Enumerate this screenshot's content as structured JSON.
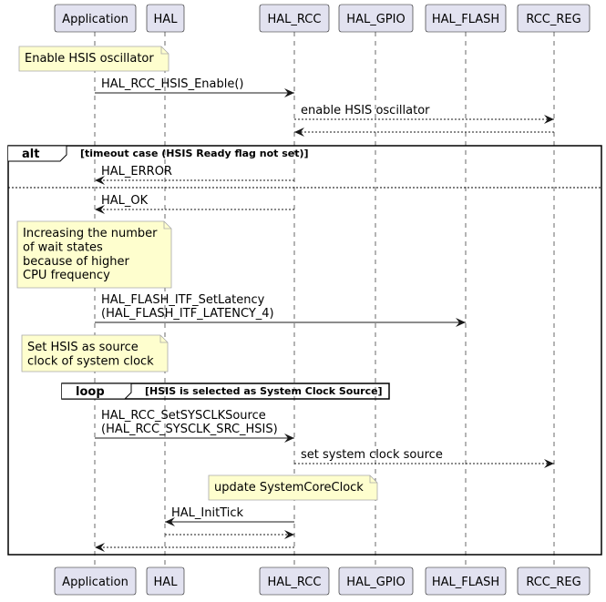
{
  "participants": [
    {
      "id": "app",
      "label": "Application"
    },
    {
      "id": "hal",
      "label": "HAL"
    },
    {
      "id": "rcc",
      "label": "HAL_RCC"
    },
    {
      "id": "gpio",
      "label": "HAL_GPIO"
    },
    {
      "id": "flash",
      "label": "HAL_FLASH"
    },
    {
      "id": "rccreg",
      "label": "RCC_REG"
    }
  ],
  "notes": [
    {
      "id": "n1",
      "lines": [
        "Enable HSIS oscillator"
      ]
    },
    {
      "id": "n2",
      "lines": [
        "Increasing the number",
        "of wait states",
        "because of higher",
        "CPU frequency"
      ]
    },
    {
      "id": "n3",
      "lines": [
        "Set HSIS as source",
        "clock of system clock"
      ]
    },
    {
      "id": "n4",
      "lines": [
        "update SystemCoreClock"
      ]
    }
  ],
  "messages": [
    {
      "id": "m1",
      "from": "app",
      "to": "rcc",
      "style": "solid",
      "lines": [
        "HAL_RCC_HSIS_Enable()"
      ]
    },
    {
      "id": "m2",
      "from": "rcc",
      "to": "rccreg",
      "style": "dashed",
      "lines": [
        "enable HSIS oscillator"
      ]
    },
    {
      "id": "m3",
      "from": "rccreg",
      "to": "rcc",
      "style": "dashed",
      "lines": []
    },
    {
      "id": "m4",
      "from": "rcc",
      "to": "app",
      "style": "dashed",
      "lines": [
        "HAL_ERROR"
      ]
    },
    {
      "id": "m5",
      "from": "rcc",
      "to": "app",
      "style": "dashed",
      "lines": [
        "HAL_OK"
      ]
    },
    {
      "id": "m6",
      "from": "app",
      "to": "flash",
      "style": "solid",
      "lines": [
        "HAL_FLASH_ITF_SetLatency",
        "(HAL_FLASH_ITF_LATENCY_4)"
      ]
    },
    {
      "id": "m7",
      "from": "app",
      "to": "rcc",
      "style": "solid",
      "lines": [
        "HAL_RCC_SetSYSCLKSource",
        "(HAL_RCC_SYSCLK_SRC_HSIS)"
      ]
    },
    {
      "id": "m8",
      "from": "rcc",
      "to": "rccreg",
      "style": "dashed",
      "lines": [
        "set system clock source"
      ]
    },
    {
      "id": "m9",
      "from": "rcc",
      "to": "hal",
      "style": "solid",
      "lines": [
        "HAL_InitTick"
      ]
    },
    {
      "id": "m10",
      "from": "hal",
      "to": "rcc",
      "style": "dashed",
      "lines": []
    },
    {
      "id": "m11",
      "from": "rcc",
      "to": "app",
      "style": "dashed",
      "lines": []
    }
  ],
  "fragments": [
    {
      "id": "alt",
      "keyword": "alt",
      "condition": "[timeout case (HSIS Ready flag not set)]"
    },
    {
      "id": "loop",
      "keyword": "loop",
      "condition": "[HSIS is selected as System Clock Source]"
    }
  ],
  "colors": {
    "participant_fill": "#e2e2f0",
    "participant_border": "#181818",
    "note_fill": "#fefece",
    "note_border": "#a8a8a8",
    "lifeline": "#444444",
    "arrow": "#181818"
  }
}
